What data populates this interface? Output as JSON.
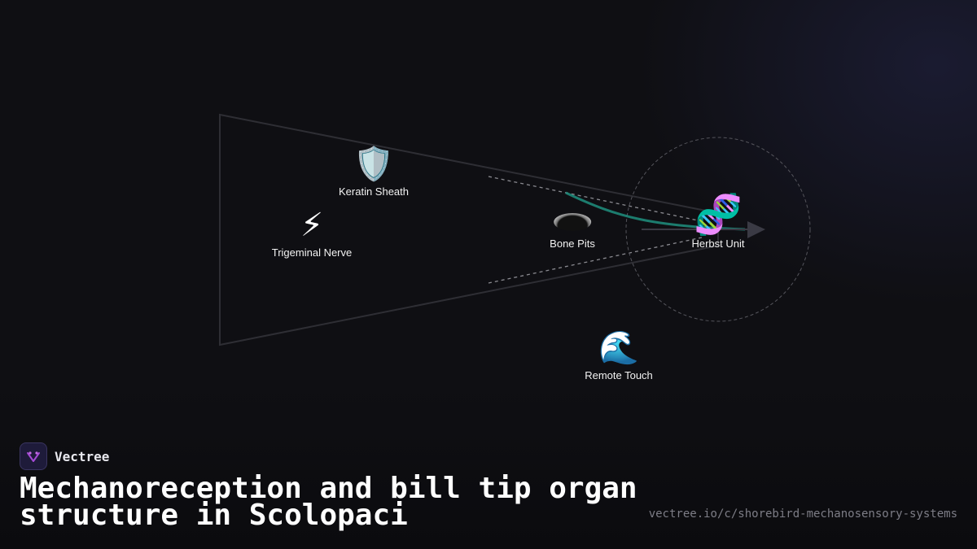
{
  "diagram": {
    "nodes": [
      {
        "id": "keratin",
        "label": "Keratin Sheath",
        "icon": "shield-icon",
        "glyph": "🛡️"
      },
      {
        "id": "trigeminal",
        "label": "Trigeminal Nerve",
        "icon": "lightning-icon",
        "glyph": "⚡"
      },
      {
        "id": "bonepits",
        "label": "Bone Pits",
        "icon": "pit-icon",
        "glyph": ""
      },
      {
        "id": "herbst",
        "label": "Herbst Unit",
        "icon": "dna-icon",
        "glyph": "🧬"
      },
      {
        "id": "remote",
        "label": "Remote Touch",
        "icon": "wave-icon",
        "glyph": "🌊"
      }
    ],
    "colors": {
      "outline": "#2e2e34",
      "dashed": "#8a8a90",
      "curve": "#1f8f7f",
      "arrow": "#3a3a44",
      "circle": "#55555c"
    }
  },
  "brand": {
    "name": "Vectree",
    "logo_icon": "vectree-logo-icon"
  },
  "title": "Mechanoreception and bill tip organ structure in Scolopaci",
  "url": "vectree.io/c/shorebird-mechanosensory-systems"
}
